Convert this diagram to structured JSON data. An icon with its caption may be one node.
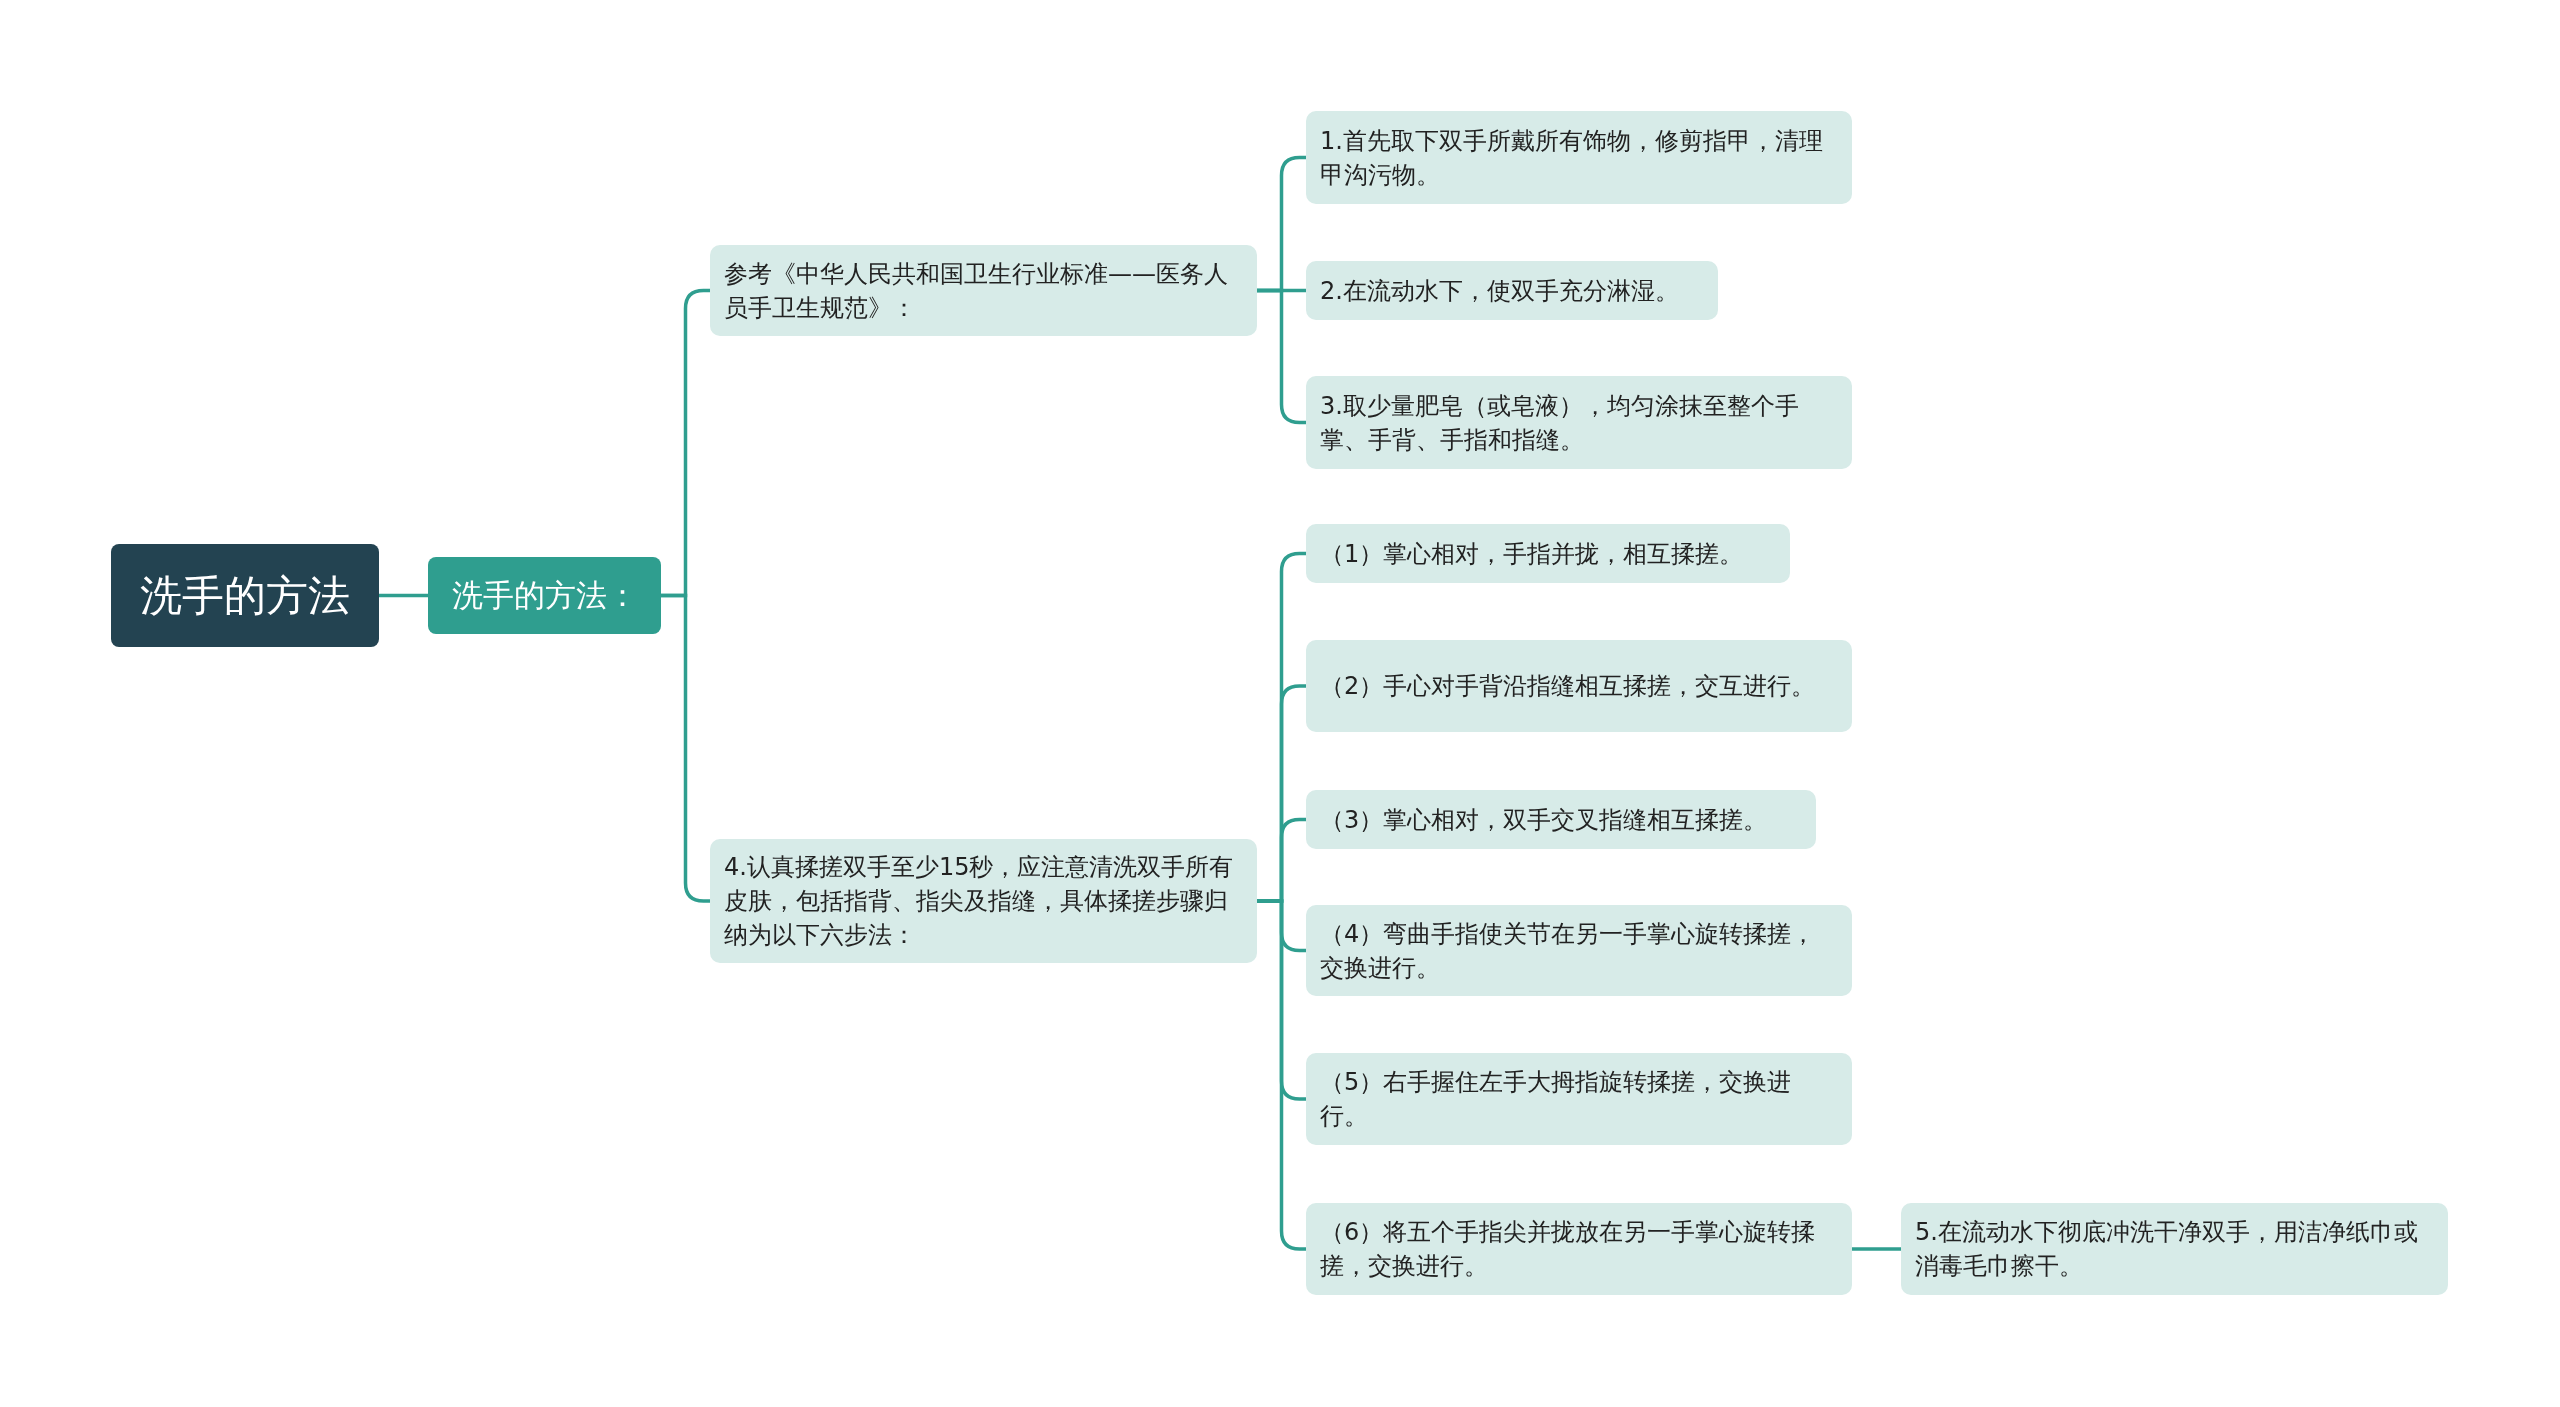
{
  "diagram": {
    "nodes": [
      {
        "text": [
          "洗手的方法"
        ]
      },
      {
        "text": [
          "洗手的方法："
        ]
      },
      {
        "text": [
          "参考《中华人民共和国卫生行业标准——医务人员手卫生规范》："
        ]
      },
      {
        "text": [
          "4.认真揉搓双手至少15秒，应注意清洗双手所有皮肤，包括指背、指尖及指缝，具体揉搓步骤归纳为以下六步法："
        ]
      },
      {
        "text": [
          "1.首先取下双手所戴所有饰物，修剪指甲，清理甲沟污物。"
        ]
      },
      {
        "text": [
          "2.在流动水下，使双手充分淋湿。"
        ]
      },
      {
        "text": [
          "3.取少量肥皂（或皂液），均匀涂抹至整个手掌、手背、手指和指缝。"
        ]
      },
      {
        "text": [
          "（1）掌心相对，手指并拢，相互揉搓。"
        ]
      },
      {
        "text": [
          "（2）手心对手背沿指缝相互揉搓，交互进行。"
        ]
      },
      {
        "text": [
          "（3）掌心相对，双手交叉指缝相互揉搓。"
        ]
      },
      {
        "text": [
          "（4）弯曲手指使关节在另一手掌心旋转揉搓，交换进行。"
        ]
      },
      {
        "text": [
          "（5）右手握住左手大拇指旋转揉搓，交换进行。"
        ]
      },
      {
        "text": [
          "（6）将五个手指尖并拢放在另一手掌心旋转揉搓，交换进行。"
        ]
      },
      {
        "text": [
          "5.在流动水下彻底冲洗干净双手，用洁净纸巾或消毒毛巾擦干。"
        ]
      }
    ],
    "edges": [
      {
        "from": 0,
        "to": 1,
        "arrow": "none"
      },
      {
        "from": 1,
        "to": 2,
        "arrow": "none"
      },
      {
        "from": 1,
        "to": 3,
        "arrow": "none"
      },
      {
        "from": 2,
        "to": 4,
        "arrow": "none"
      },
      {
        "from": 2,
        "to": 5,
        "arrow": "none"
      },
      {
        "from": 2,
        "to": 6,
        "arrow": "none"
      },
      {
        "from": 3,
        "to": 7,
        "arrow": "none"
      },
      {
        "from": 3,
        "to": 8,
        "arrow": "none"
      },
      {
        "from": 3,
        "to": 9,
        "arrow": "none"
      },
      {
        "from": 3,
        "to": 10,
        "arrow": "none"
      },
      {
        "from": 3,
        "to": 11,
        "arrow": "none"
      },
      {
        "from": 3,
        "to": 12,
        "arrow": "none"
      },
      {
        "from": 12,
        "to": 13,
        "arrow": "none"
      }
    ]
  }
}
